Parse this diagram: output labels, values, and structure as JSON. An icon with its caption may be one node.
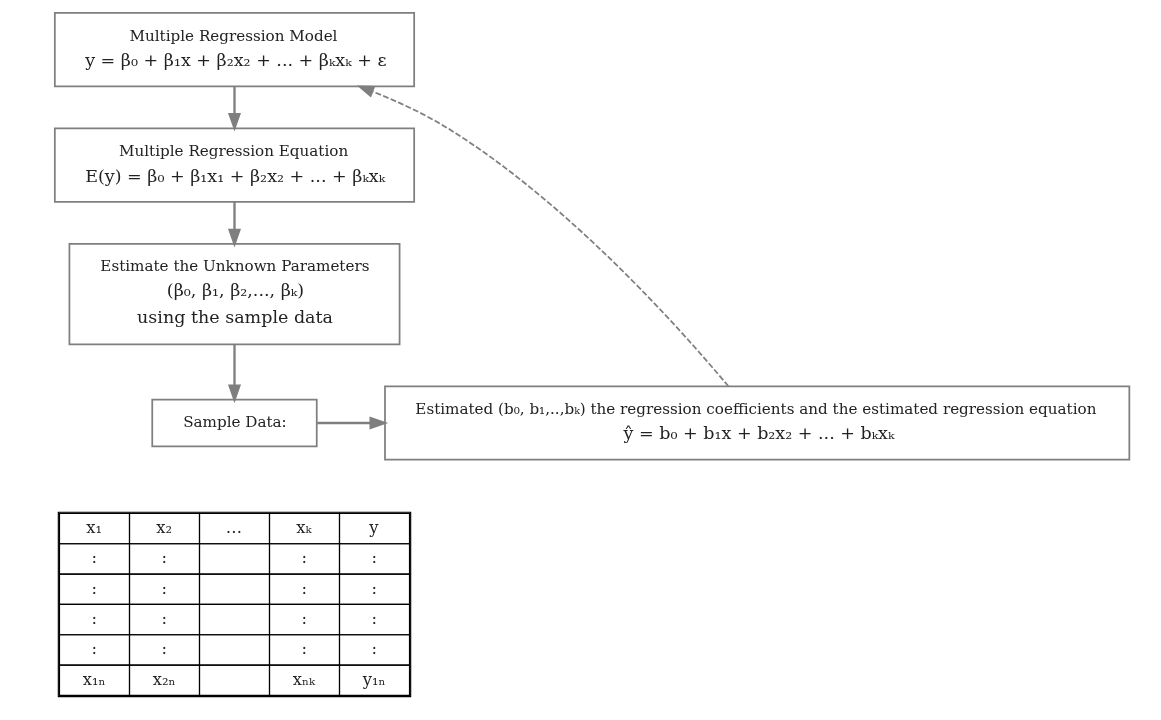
{
  "diagram": {
    "nodes": [
      {
        "text": [
          "Multiple Regression Model",
          "y = β₀ + β₁x + β₂x₂ + ... + βₖxₖ + ε"
        ]
      },
      {
        "text": [
          "Multiple Regression Equation",
          "E(y) = β₀ + β₁x₁ + β₂x₂ + ... + βₖxₖ"
        ]
      },
      {
        "text": [
          "Estimate the Unknown Parameters",
          "(β₀, β₁, β₂,..., βₖ)",
          "using the sample data"
        ]
      },
      {
        "text": [
          "Sample Data:"
        ]
      },
      {
        "text": [
          "Estimated (b₀, b₁,..,bₖ) the regression coefficients and the estimated regression equation",
          "ŷ = b₀ + b₁x + b₂x₂ + ... + bₖxₖ"
        ]
      }
    ],
    "edges": [
      {
        "from": 0,
        "to": 1,
        "arrow": "to"
      },
      {
        "from": 1,
        "to": 2,
        "arrow": "to"
      },
      {
        "from": 2,
        "to": 3,
        "arrow": "to"
      },
      {
        "from": 3,
        "to": 4,
        "arrow": "to"
      },
      {
        "from": 4,
        "to": 0,
        "arrow": "to",
        "style": "dashed"
      }
    ],
    "labels": [
      "x₁",
      "x₂",
      "…",
      "xₖ",
      "y",
      ":",
      ":",
      ":",
      ":",
      ":",
      ":",
      ":",
      ":",
      ":",
      ":",
      ":",
      ":",
      ":",
      ":",
      ":",
      ":",
      "x₁ₙ",
      "x₂ₙ",
      "xₙₖ",
      "y₁ₙ"
    ]
  }
}
